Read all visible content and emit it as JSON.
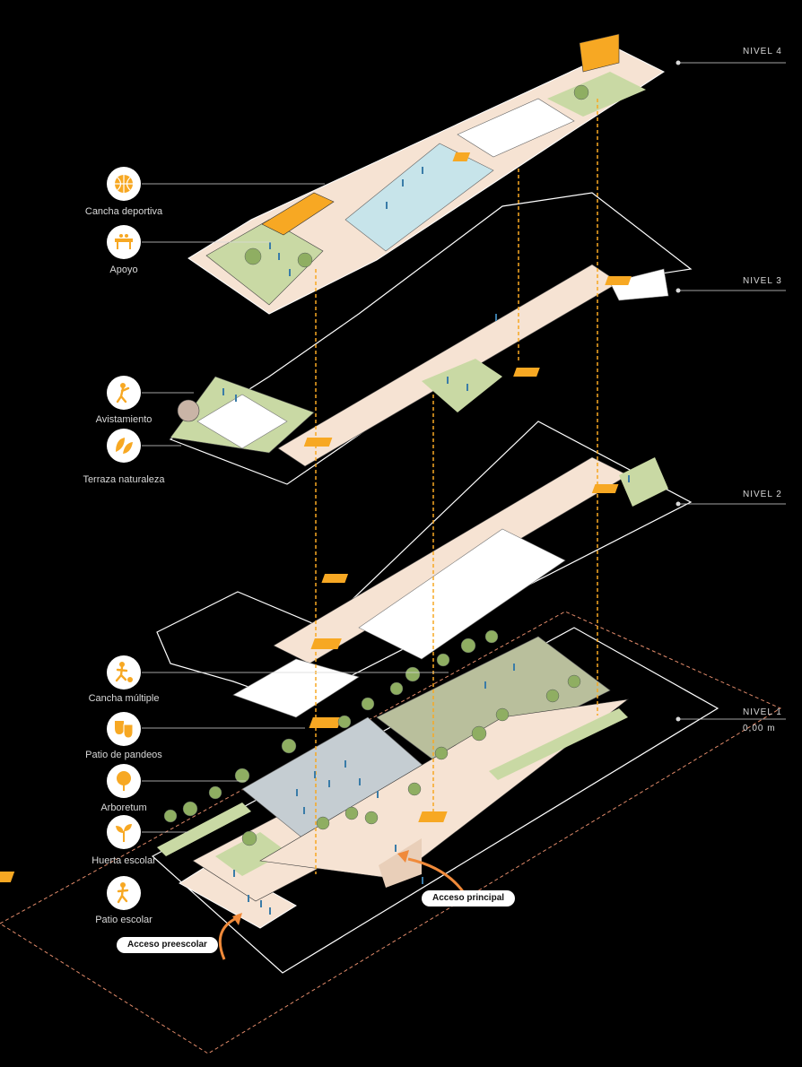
{
  "legend": [
    {
      "id": "cancha-deportiva",
      "label": "Cancha deportiva",
      "icon": "basketball-icon"
    },
    {
      "id": "apoyo",
      "label": "Apoyo",
      "icon": "bench-icon"
    },
    {
      "id": "avistamiento",
      "label": "Avistamiento",
      "icon": "spectator-icon"
    },
    {
      "id": "terraza-naturaleza",
      "label": "Terraza naturaleza",
      "icon": "leaves-icon"
    },
    {
      "id": "cancha-multiple",
      "label": "Cancha múltiple",
      "icon": "soccer-player-icon"
    },
    {
      "id": "patio-de-pandeos",
      "label": "Patio de pandeos",
      "icon": "theater-masks-icon"
    },
    {
      "id": "arboretum",
      "label": "Arboretum",
      "icon": "tree-icon"
    },
    {
      "id": "huerta-escolar",
      "label": "Huerta escolar",
      "icon": "sprout-icon"
    },
    {
      "id": "patio-escolar",
      "label": "Patio escolar",
      "icon": "child-playing-icon"
    }
  ],
  "levels": [
    {
      "name": "NIVEL 4",
      "note": ""
    },
    {
      "name": "NIVEL 3",
      "note": ""
    },
    {
      "name": "NIVEL 2",
      "note": ""
    },
    {
      "name": "NIVEL 1",
      "note": "0,00 m"
    }
  ],
  "accesses": {
    "main": "Acceso principal",
    "preschool": "Acceso preescolar"
  },
  "colors": {
    "background": "#000000",
    "accent": "#f7a823",
    "circulation": "#f6e3d3",
    "green": "#c9d9a4",
    "court_blue": "#c7e4ea",
    "court_grey": "#c5cdd2",
    "court_olive": "#b9bf9c",
    "people": "#3a7ca8",
    "tree": "#8fae62",
    "site_line": "#e08a6a"
  }
}
